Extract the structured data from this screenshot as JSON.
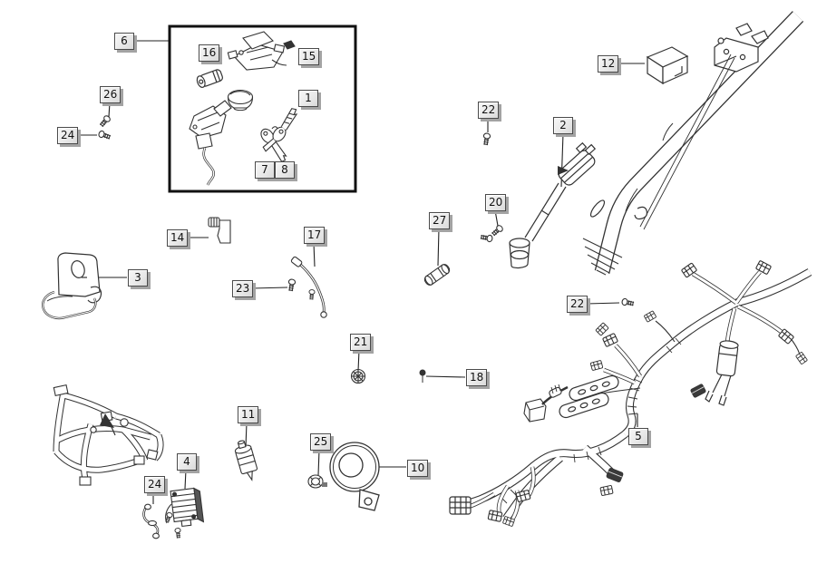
{
  "diagram": {
    "background": "#ffffff",
    "line_color": "#333333",
    "inset_box_border": "#111111",
    "callout_style": {
      "face": "#ececec",
      "border": "#4a4a4a",
      "shadow": "#a3a3a3",
      "text": "#111111"
    },
    "callouts": [
      {
        "id": "callout-6",
        "label": "6"
      },
      {
        "id": "callout-26",
        "label": "26"
      },
      {
        "id": "callout-24-top",
        "label": "24"
      },
      {
        "id": "callout-16",
        "label": "16"
      },
      {
        "id": "callout-15",
        "label": "15"
      },
      {
        "id": "callout-1",
        "label": "1"
      },
      {
        "id": "callout-7",
        "label": "7"
      },
      {
        "id": "callout-8",
        "label": "8"
      },
      {
        "id": "callout-12",
        "label": "12"
      },
      {
        "id": "callout-22-top",
        "label": "22"
      },
      {
        "id": "callout-2",
        "label": "2"
      },
      {
        "id": "callout-20",
        "label": "20"
      },
      {
        "id": "callout-27",
        "label": "27"
      },
      {
        "id": "callout-14",
        "label": "14"
      },
      {
        "id": "callout-17",
        "label": "17"
      },
      {
        "id": "callout-23",
        "label": "23"
      },
      {
        "id": "callout-3",
        "label": "3"
      },
      {
        "id": "callout-22-mid",
        "label": "22"
      },
      {
        "id": "callout-21",
        "label": "21"
      },
      {
        "id": "callout-18",
        "label": "18"
      },
      {
        "id": "callout-11",
        "label": "11"
      },
      {
        "id": "callout-25",
        "label": "25"
      },
      {
        "id": "callout-10",
        "label": "10"
      },
      {
        "id": "callout-5",
        "label": "5"
      },
      {
        "id": "callout-4",
        "label": "4"
      },
      {
        "id": "callout-24-bottom",
        "label": "24"
      }
    ]
  }
}
